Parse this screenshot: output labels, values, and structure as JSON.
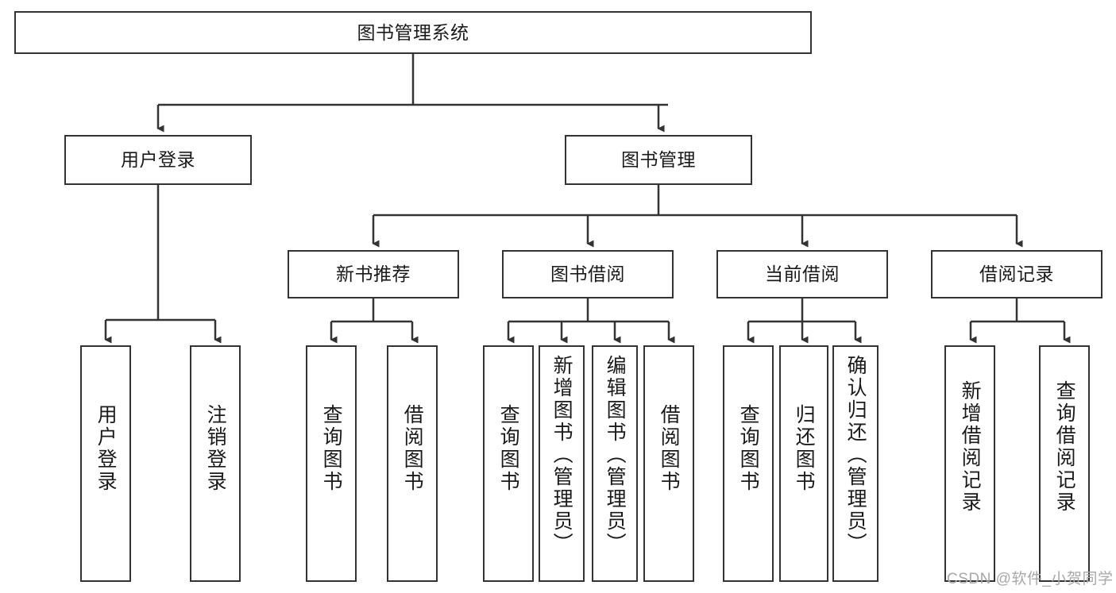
{
  "diagram": {
    "type": "hierarchy-tree",
    "title": "图书管理系统",
    "root": {
      "id": "root",
      "label": "图书管理系统"
    },
    "level2": [
      {
        "id": "user-login",
        "label": "用户登录"
      },
      {
        "id": "book-manage",
        "label": "图书管理"
      }
    ],
    "level3": [
      {
        "id": "new-book-rec",
        "label": "新书推荐",
        "parent": "book-manage"
      },
      {
        "id": "book-borrow",
        "label": "图书借阅",
        "parent": "book-manage"
      },
      {
        "id": "current-borrow",
        "label": "当前借阅",
        "parent": "book-manage"
      },
      {
        "id": "borrow-record",
        "label": "借阅记录",
        "parent": "book-manage"
      }
    ],
    "leaves": [
      {
        "id": "leaf-user-login",
        "label": "用户登录",
        "parent": "user-login"
      },
      {
        "id": "leaf-logout",
        "label": "注销登录",
        "parent": "user-login"
      },
      {
        "id": "leaf-query-book-1",
        "label": "查询图书",
        "parent": "new-book-rec"
      },
      {
        "id": "leaf-borrow-book-1",
        "label": "借阅图书",
        "parent": "new-book-rec"
      },
      {
        "id": "leaf-query-book-2",
        "label": "查询图书",
        "parent": "book-borrow"
      },
      {
        "id": "leaf-add-book",
        "label": "新增图书（管理员）",
        "parent": "book-borrow"
      },
      {
        "id": "leaf-edit-book",
        "label": "编辑图书（管理员）",
        "parent": "book-borrow"
      },
      {
        "id": "leaf-borrow-book-2",
        "label": "借阅图书",
        "parent": "book-borrow"
      },
      {
        "id": "leaf-query-book-3",
        "label": "查询图书",
        "parent": "current-borrow"
      },
      {
        "id": "leaf-return-book",
        "label": "归还图书",
        "parent": "current-borrow"
      },
      {
        "id": "leaf-confirm-return",
        "label": "确认归还（管理员）",
        "parent": "current-borrow"
      },
      {
        "id": "leaf-add-record",
        "label": "新增借阅记录",
        "parent": "borrow-record"
      },
      {
        "id": "leaf-query-record",
        "label": "查询借阅记录",
        "parent": "borrow-record"
      }
    ],
    "colors": {
      "stroke": "#333333",
      "fill": "#ffffff",
      "text": "#1a1a1a",
      "watermark": "#a8a8a8"
    }
  },
  "watermark": {
    "text": "CSDN @软件_小贺同学"
  }
}
